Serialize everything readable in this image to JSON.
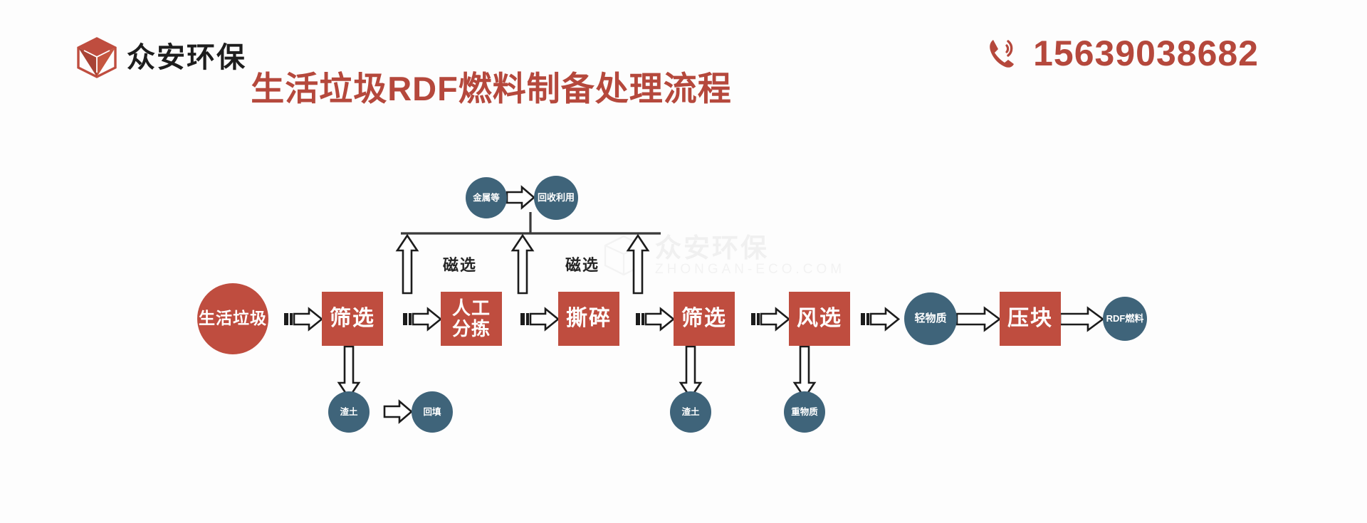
{
  "brand": {
    "name": "众安环保",
    "logo_icon": "diamond-gem-icon",
    "logo_color": "#bf4d3f"
  },
  "header": {
    "title": "生活垃圾RDF燃料制备处理流程",
    "title_color": "#b5483c",
    "phone_icon": "phone-ringing-icon",
    "phone_number": "15639038682"
  },
  "watermark": {
    "cn": "众安环保",
    "en": "ZHONGAN-ECO.COM",
    "icon": "diamond-gem-icon"
  },
  "colors": {
    "process_red": "#bf4d3f",
    "material_blue": "#3f647a",
    "arrow_outline": "#1c1c1c",
    "background": "#fdfdfd"
  },
  "chart_data": {
    "type": "flowchart",
    "title": "生活垃圾RDF燃料制备处理流程",
    "main_flow": [
      {
        "id": "n1",
        "label": "生活垃圾",
        "shape": "circle",
        "color": "#bf4d3f"
      },
      {
        "id": "n2",
        "label": "筛选",
        "shape": "square",
        "color": "#bf4d3f"
      },
      {
        "id": "n3",
        "label": "人工分拣",
        "shape": "square",
        "color": "#bf4d3f"
      },
      {
        "id": "n4",
        "label": "撕碎",
        "shape": "square",
        "color": "#bf4d3f"
      },
      {
        "id": "n5",
        "label": "筛选",
        "shape": "square",
        "color": "#bf4d3f"
      },
      {
        "id": "n6",
        "label": "风选",
        "shape": "square",
        "color": "#bf4d3f"
      },
      {
        "id": "n7",
        "label": "轻物质",
        "shape": "circle",
        "color": "#3f647a"
      },
      {
        "id": "n8",
        "label": "压块",
        "shape": "square",
        "color": "#bf4d3f"
      },
      {
        "id": "n9",
        "label": "RDF燃料",
        "shape": "circle",
        "color": "#3f647a"
      }
    ],
    "top_branch": [
      {
        "id": "t1",
        "label": "金属等",
        "shape": "circle",
        "color": "#3f647a"
      },
      {
        "id": "t2",
        "label": "回收利用",
        "shape": "circle",
        "color": "#3f647a"
      }
    ],
    "bottom_branch": [
      {
        "id": "b1",
        "label": "渣土",
        "shape": "circle",
        "color": "#3f647a",
        "from": "n2"
      },
      {
        "id": "b2",
        "label": "回填",
        "shape": "circle",
        "color": "#3f647a",
        "from": "b1"
      },
      {
        "id": "b3",
        "label": "渣土",
        "shape": "circle",
        "color": "#3f647a",
        "from": "n5"
      },
      {
        "id": "b4",
        "label": "重物质",
        "shape": "circle",
        "color": "#3f647a",
        "from": "n6"
      }
    ],
    "edge_labels": [
      {
        "id": "e1",
        "label": "磁选"
      },
      {
        "id": "e2",
        "label": "磁选"
      }
    ]
  },
  "nodes": {
    "n1": "生活垃圾",
    "n2": "筛选",
    "n3_l1": "人工",
    "n3_l2": "分拣",
    "n4": "撕碎",
    "n5": "筛选",
    "n6": "风选",
    "n7": "轻物质",
    "n8": "压块",
    "n9": "RDF燃料",
    "t1": "金属等",
    "t2": "回收利用",
    "b1": "渣土",
    "b2": "回填",
    "b3": "渣土",
    "b4": "重物质"
  },
  "labels": {
    "magnetic1": "磁选",
    "magnetic2": "磁选"
  }
}
